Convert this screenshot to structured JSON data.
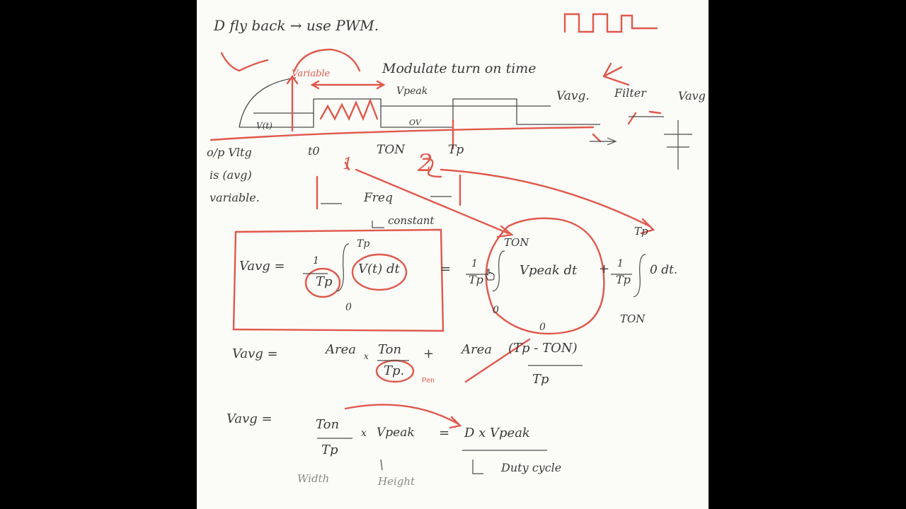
{
  "notes": {
    "header_left": "D fly back → use PWM.",
    "modulate": "Modulate turn on time",
    "variable_red": "Variable",
    "vpeak_label": "Vpeak",
    "vavg_label": "Vavg.",
    "filter_label": "Filter",
    "vavg_right": "Vavg",
    "vt_label": "V(t)",
    "ov_label": "OV",
    "op_line1": "o/p Vltg",
    "op_line2": "is (avg)",
    "op_line3": "variable.",
    "t0": "t0",
    "ton": "TON",
    "tp": "Tp",
    "one": "1",
    "two": "2",
    "freq": "Freq",
    "constant": "constant",
    "eq1_lhs": "Vavg =",
    "eq1_one": "1",
    "eq1_tp": "Tp",
    "eq1_upper": "Tp",
    "eq1_lower": "0",
    "eq1_vt": "V(t) dt",
    "eq1_eq": "=",
    "eq1b_one": "1",
    "eq1b_tp": "Tp",
    "eq1b_upper": "TON",
    "eq1b_lower": "0",
    "eq1b_vpeak": "Vpeak dt",
    "eq1b_plus": "+",
    "eq1c_one": "1",
    "eq1c_tp": "Tp",
    "eq1c_upper": "Tp",
    "eq1c_lower": "TON",
    "eq1c_zero": "0 dt.",
    "eq2_lhs": "Vavg =",
    "eq2_area": "Area",
    "eq2_x": "x",
    "eq2_ton": "Ton",
    "eq2_tp": "Tp.",
    "eq2_plus": "+",
    "eq2_area2": "Area",
    "eq2_diff": "(Tp - TON)",
    "eq2_tp2": "Tp",
    "eq2_zero": "0",
    "eq3_lhs": "Vavg =",
    "eq3_ton": "Ton",
    "eq3_tp": "Tp",
    "eq3_x": "x",
    "eq3_vpeak": "Vpeak",
    "eq3_eq": "=",
    "eq3_rhs": "D x Vpeak",
    "width": "Width",
    "height": "Height",
    "duty": "Duty cycle",
    "pen_label": "Pen"
  },
  "colors": {
    "ink": "#3a3a3a",
    "red": "#e0584c",
    "paper": "#fbfbf8",
    "frame": "#000000"
  },
  "icons": {
    "cursor": "hand-cursor-icon"
  }
}
